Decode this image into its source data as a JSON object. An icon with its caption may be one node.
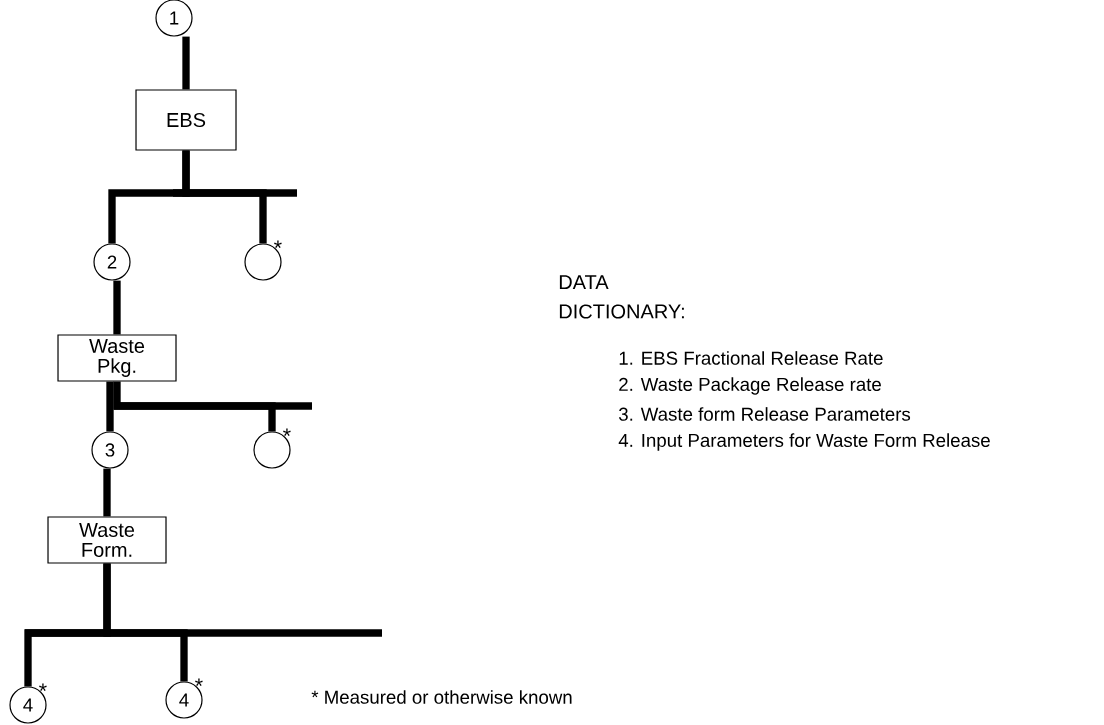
{
  "diagram": {
    "nodes": [
      {
        "text": [
          "1"
        ]
      },
      {
        "text": [
          "EBS"
        ]
      },
      {
        "text": [
          "2"
        ]
      },
      {
        "text": [],
        "shape": "circle",
        "beside": [
          "*"
        ]
      },
      {
        "text": [
          "Waste Pkg."
        ]
      },
      {
        "text": [
          "3"
        ]
      },
      {
        "text": [],
        "shape": "circle",
        "beside": [
          "*"
        ]
      },
      {
        "text": [
          "Waste Form."
        ]
      },
      {
        "text": [
          "4"
        ],
        "beside": [
          "*"
        ]
      },
      {
        "text": [
          "4"
        ],
        "beside": [
          "*"
        ]
      }
    ],
    "edges": [
      {
        "from": 0,
        "to": 1,
        "arrow": "none"
      },
      {
        "from": 1,
        "to": 2,
        "arrow": "none"
      },
      {
        "from": 1,
        "to": 3,
        "arrow": "none"
      },
      {
        "from": 2,
        "to": 4,
        "arrow": "none"
      },
      {
        "from": 4,
        "to": 5,
        "arrow": "none"
      },
      {
        "from": 4,
        "to": 6,
        "arrow": "none"
      },
      {
        "from": 5,
        "to": 7,
        "arrow": "none"
      },
      {
        "from": 7,
        "to": 8,
        "arrow": "none"
      },
      {
        "from": 7,
        "to": 9,
        "arrow": "none"
      }
    ],
    "labels": [
      "DATA DICTIONARY:",
      "1. EBS Fractional Release Rate",
      "2. Waste Package Release rate",
      "3. Waste form Release Parameters",
      "4. Input Parameters for Waste Form Release",
      "* Measured or otherwise known"
    ]
  }
}
